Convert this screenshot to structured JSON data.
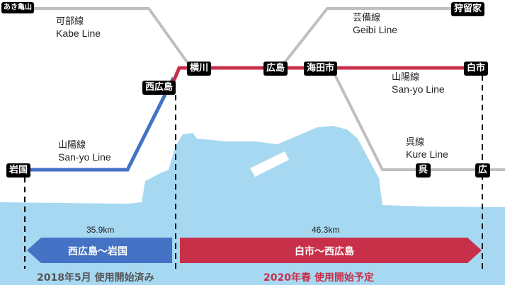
{
  "colors": {
    "sea": "#a7d8f2",
    "land": "#ffffff",
    "gray_line": "#bfbfbf",
    "blue_line": "#4472c4",
    "red_line": "#c8304a",
    "station_bg": "#000000",
    "status_done": "#555555",
    "status_planned": "#c8304a"
  },
  "stations": {
    "akikameyama": "あき亀山",
    "karuga": "狩留家",
    "yokogawa": "横川",
    "hiroshima": "広島",
    "kaitaichi": "海田市",
    "hakushi": "白市",
    "nishihiroshima": "西広島",
    "iwakuni": "岩国",
    "kure": "呉",
    "hiro": "広"
  },
  "lines": {
    "kabe": {
      "jp": "可部線",
      "en": "Kabe Line"
    },
    "geibi": {
      "jp": "芸備線",
      "en": "Geibi Line"
    },
    "sanyo_east": {
      "jp": "山陽線",
      "en": "San-yo Line"
    },
    "sanyo_west": {
      "jp": "山陽線",
      "en": "San-yo Line"
    },
    "kure": {
      "jp": "呉線",
      "en": "Kure Line"
    }
  },
  "sections": {
    "west": {
      "distance": "35.9km",
      "label": "西広島～岩国",
      "status": "2018年5月 使用開始済み"
    },
    "east": {
      "distance": "46.3km",
      "label": "白市～西広島",
      "status": "2020年春 使用開始予定"
    }
  }
}
